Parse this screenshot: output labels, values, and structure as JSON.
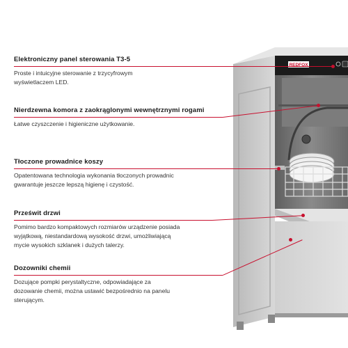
{
  "brand_logo": "REDFOX",
  "features": [
    {
      "title": "Elektroniczny panel sterowania T3-5",
      "description": "Proste i intuicyjne sterowanie z trzycyfrowym wyświetlaczem LED."
    },
    {
      "title": "Nierdzewna komora z zaokrąglonymi wewnętrznymi rogami",
      "description": "Łatwe czyszczenie i higieniczne użytkowanie."
    },
    {
      "title": "Tłoczone prowadnice koszy",
      "description": "Opatentowana technologia wykonania tłoczonych prowadnic gwarantuje jeszcze lepszą higienę i czystość."
    },
    {
      "title": "Prześwit drzwi",
      "description": "Pomimo bardzo kompaktowych rozmiarów urządzenie posiada wyjątkową, niestandardową wysokość drzwi, umożliwiającą mycie wysokich szklanek i dużych talerzy."
    },
    {
      "title": "Dozowniki chemii",
      "description": "Dozujące pompki perystaltyczne, odpowiadające za dozowanie chemii, można ustawić bezpośrednio na panelu sterującym."
    }
  ],
  "colors": {
    "accent": "#c8102e",
    "steel": "#c9c9c9",
    "panel": "#1b1b1b"
  }
}
